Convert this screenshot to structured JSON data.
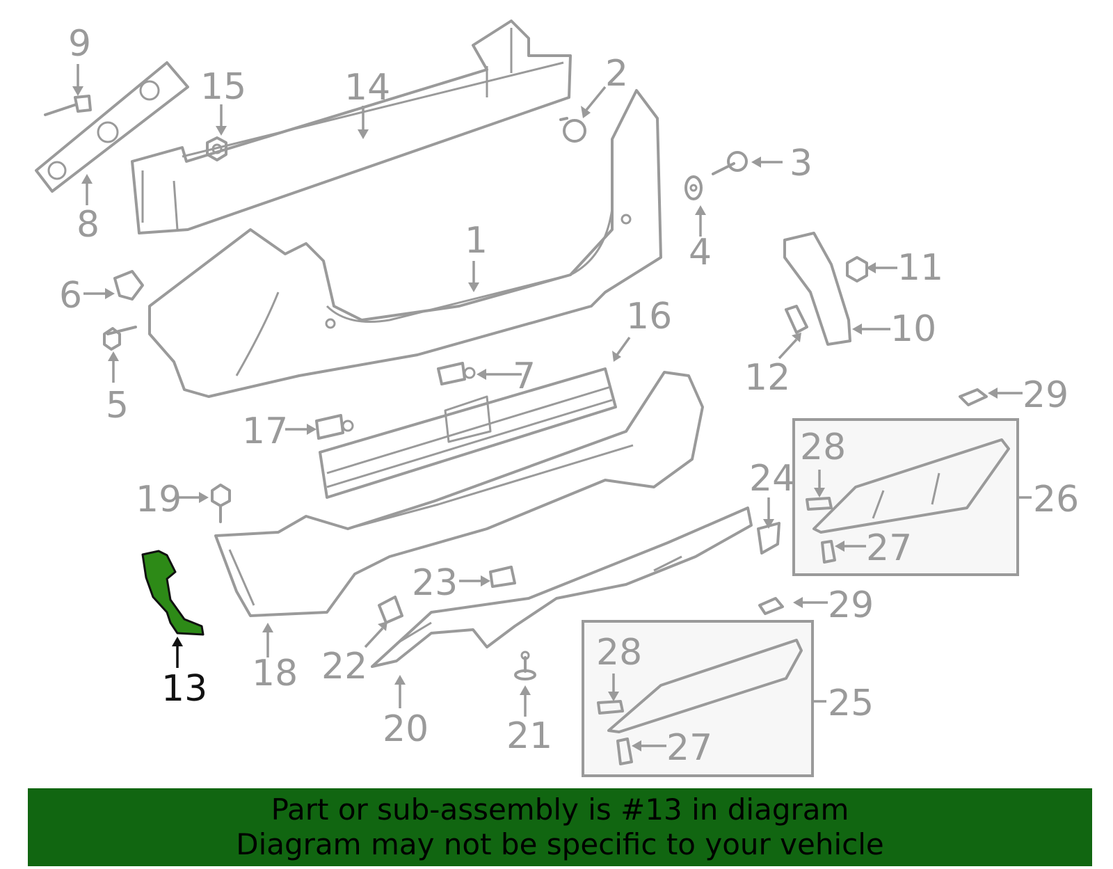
{
  "callouts": {
    "c1": "1",
    "c2": "2",
    "c3": "3",
    "c4": "4",
    "c5": "5",
    "c6": "6",
    "c7": "7",
    "c8": "8",
    "c9": "9",
    "c10": "10",
    "c11": "11",
    "c12": "12",
    "c13": "13",
    "c14": "14",
    "c15": "15",
    "c16": "16",
    "c17": "17",
    "c18": "18",
    "c19": "19",
    "c20": "20",
    "c21": "21",
    "c22": "22",
    "c23": "23",
    "c24": "24",
    "c25": "25",
    "c26": "26",
    "c27a": "27",
    "c27b": "27",
    "c28a": "28",
    "c28b": "28",
    "c29a": "29",
    "c29b": "29"
  },
  "highlighted_part": "13",
  "banner": {
    "line1": "Part or sub-assembly is #13 in diagram",
    "line2": "Diagram may not be specific to your vehicle"
  },
  "colors": {
    "highlight": "#2d8a17",
    "banner": "#116611",
    "parts": "#9a9a9a"
  }
}
